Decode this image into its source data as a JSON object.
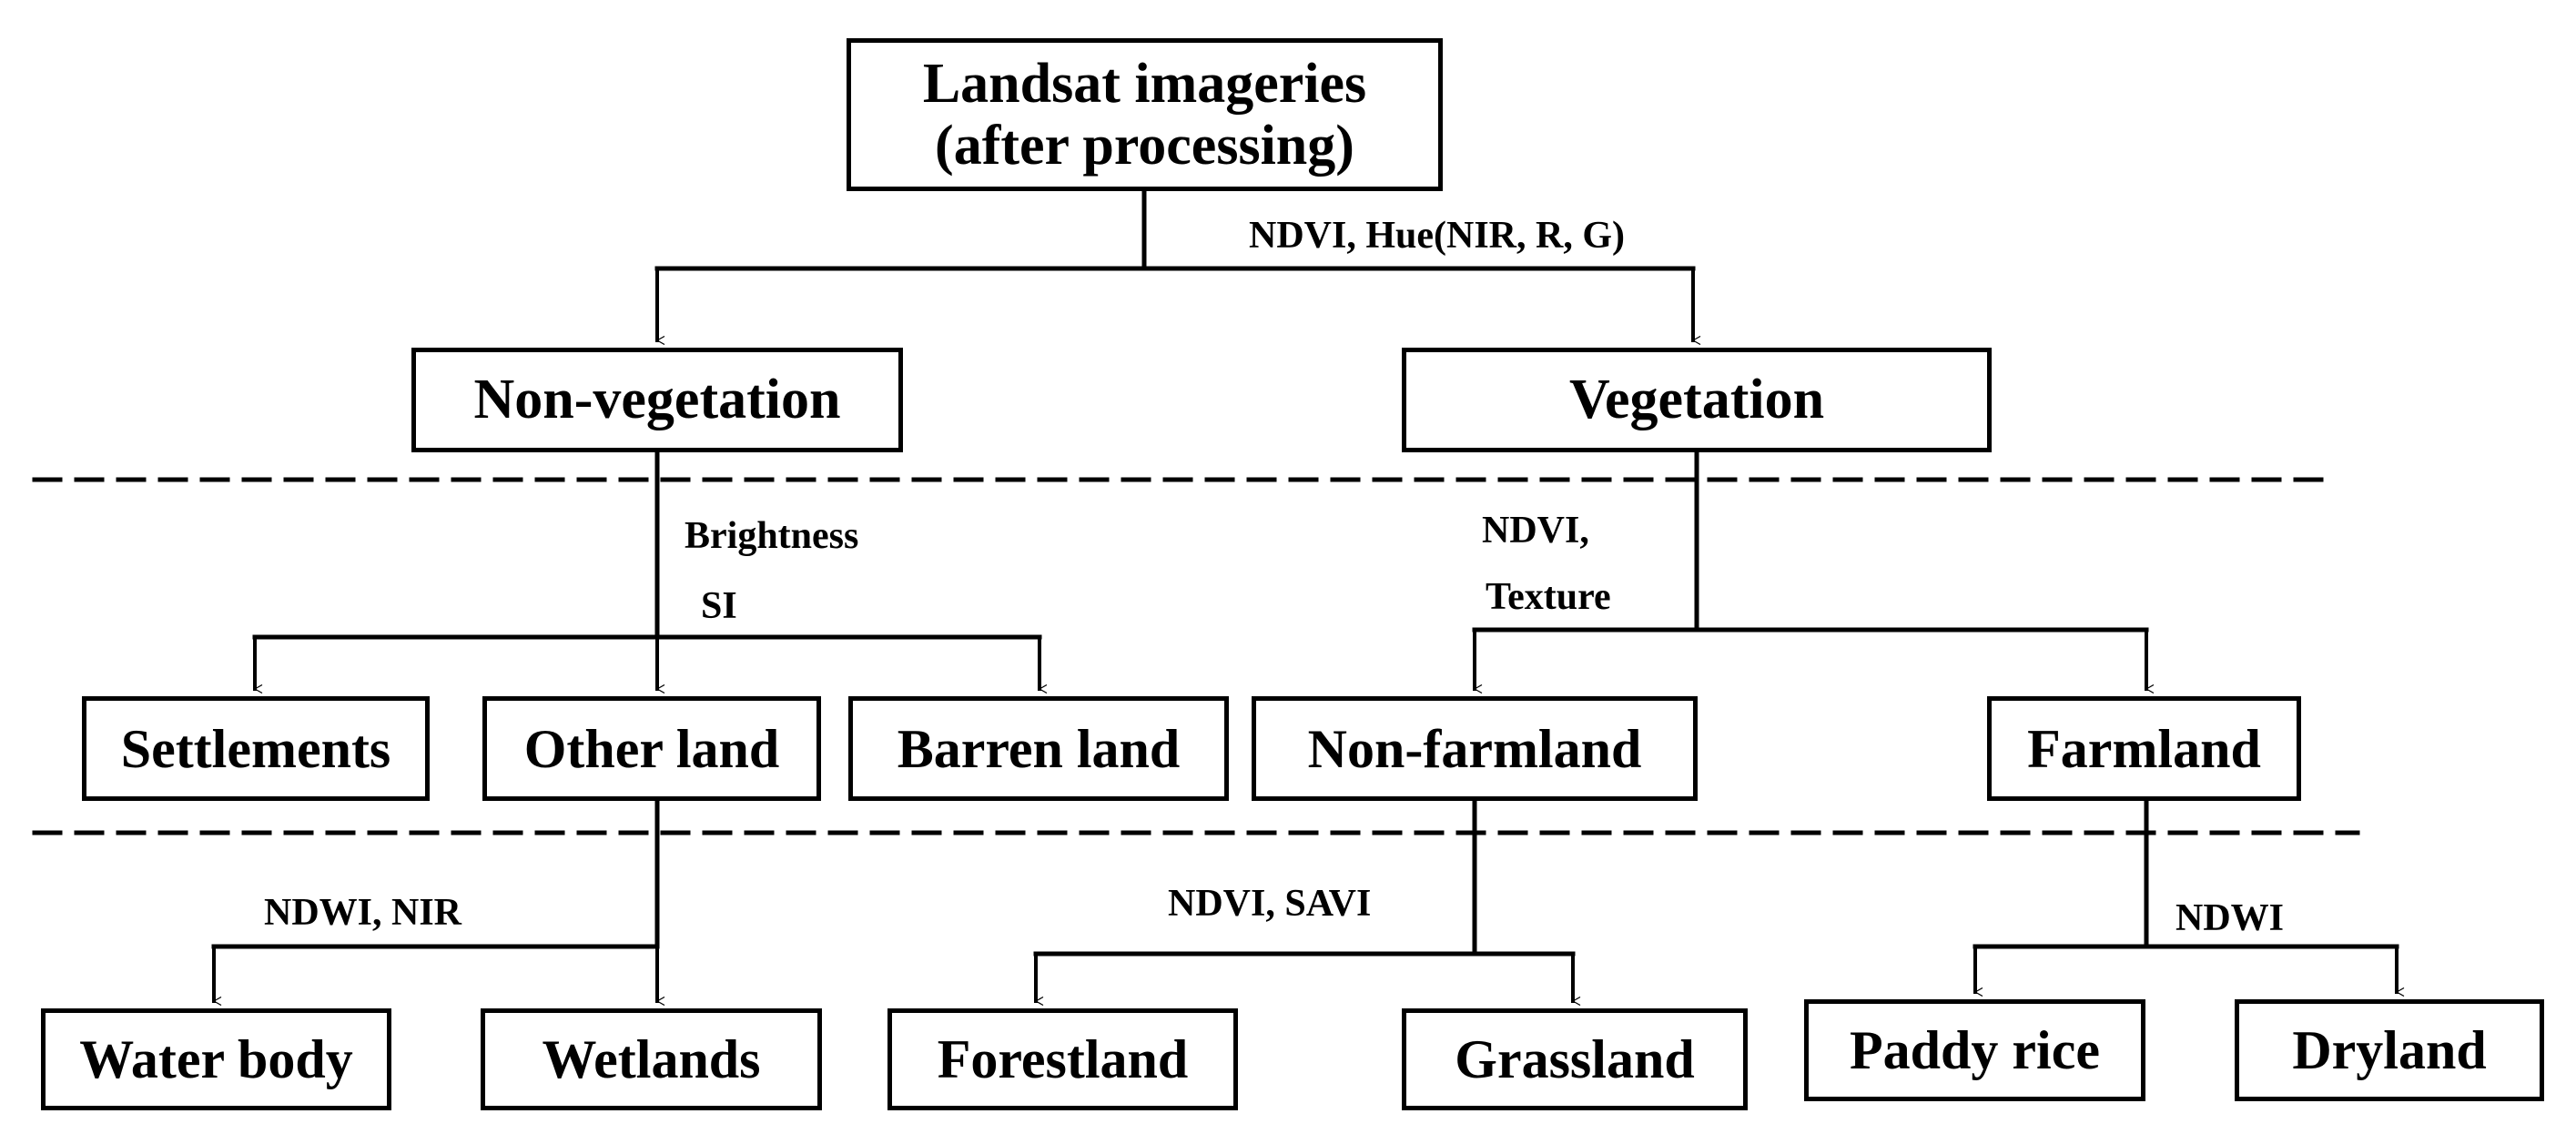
{
  "nodes": {
    "root_line1": "Landsat imageries",
    "root_line2": "(after processing)",
    "non_vegetation": "Non-vegetation",
    "vegetation": "Vegetation",
    "settlements": "Settlements",
    "other_land": "Other land",
    "barren_land": "Barren land",
    "non_farmland": "Non-farmland",
    "farmland": "Farmland",
    "water_body": "Water body",
    "wetlands": "Wetlands",
    "forestland": "Forestland",
    "grassland": "Grassland",
    "paddy_rice": "Paddy rice",
    "dryland": "Dryland"
  },
  "edge_labels": {
    "root_split": "NDVI, Hue(NIR, R, G)",
    "nonveg_brightness": "Brightness",
    "nonveg_si": "SI",
    "veg_ndvi": "NDVI,",
    "veg_texture": "Texture",
    "otherland_split": "NDWI, NIR",
    "nonfarm_split": "NDVI, SAVI",
    "farm_split": "NDWI"
  },
  "colors": {
    "line": "#000000",
    "background": "#ffffff"
  }
}
